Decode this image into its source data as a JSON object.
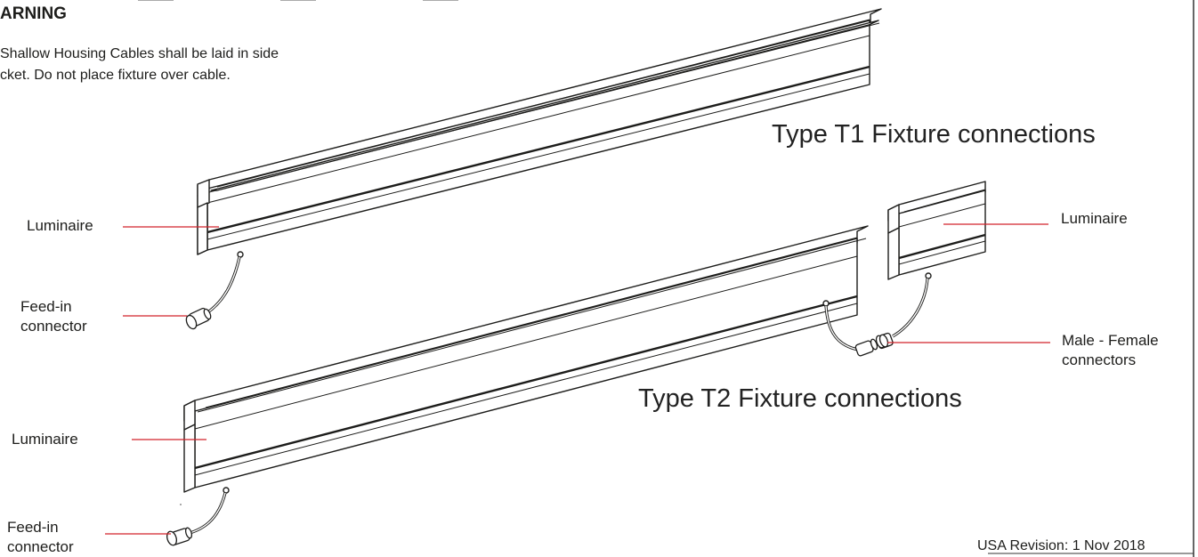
{
  "warning": {
    "title": "ARNING",
    "lines": [
      "Shallow Housing Cables shall be laid in side",
      "cket. Do not place fixture over cable."
    ]
  },
  "diagram": {
    "t1_heading": "Type T1 Fixture connections",
    "t2_heading": "Type T2 Fixture connections",
    "labels": {
      "t1_luminaire": "Luminaire",
      "t1_feed_in": [
        "Feed-in",
        "connector"
      ],
      "right_luminaire": "Luminaire",
      "male_female": [
        "Male - Female",
        "connectors"
      ],
      "t2_luminaire": "Luminaire",
      "t2_feed_in": [
        "Feed-in",
        "connector"
      ]
    }
  },
  "footer": {
    "revision": "USA Revision: 1 Nov 2018"
  },
  "colors": {
    "leader": "#d2232a",
    "linework": "#1d1d1b",
    "frame": "#333333"
  }
}
